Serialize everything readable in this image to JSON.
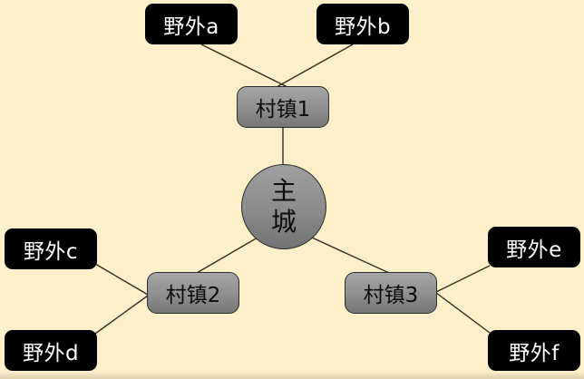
{
  "diagram": {
    "background_color": "#fdefc9",
    "node_colors": {
      "wild_fill": "#000000",
      "wild_text": "#ffffff",
      "town_fill_top": "#a6a6a6",
      "town_fill_bottom": "#777777",
      "city_fill_top": "#a0a0a0",
      "city_fill_bottom": "#737373",
      "edge_stroke": "#352d1f"
    },
    "city": {
      "id": "main-city",
      "label": "主城"
    },
    "towns": [
      {
        "id": "town-1",
        "label": "村镇1"
      },
      {
        "id": "town-2",
        "label": "村镇2"
      },
      {
        "id": "town-3",
        "label": "村镇3"
      }
    ],
    "wilds": [
      {
        "id": "wild-a",
        "label": "野外a"
      },
      {
        "id": "wild-b",
        "label": "野外b"
      },
      {
        "id": "wild-c",
        "label": "野外c"
      },
      {
        "id": "wild-d",
        "label": "野外d"
      },
      {
        "id": "wild-e",
        "label": "野外e"
      },
      {
        "id": "wild-f",
        "label": "野外f"
      }
    ],
    "edges": [
      {
        "from": "wild-a",
        "to": "town-1"
      },
      {
        "from": "wild-b",
        "to": "town-1"
      },
      {
        "from": "town-1",
        "to": "main-city"
      },
      {
        "from": "main-city",
        "to": "town-2"
      },
      {
        "from": "main-city",
        "to": "town-3"
      },
      {
        "from": "wild-c",
        "to": "town-2"
      },
      {
        "from": "wild-d",
        "to": "town-2"
      },
      {
        "from": "town-3",
        "to": "wild-e"
      },
      {
        "from": "town-3",
        "to": "wild-f"
      }
    ]
  }
}
